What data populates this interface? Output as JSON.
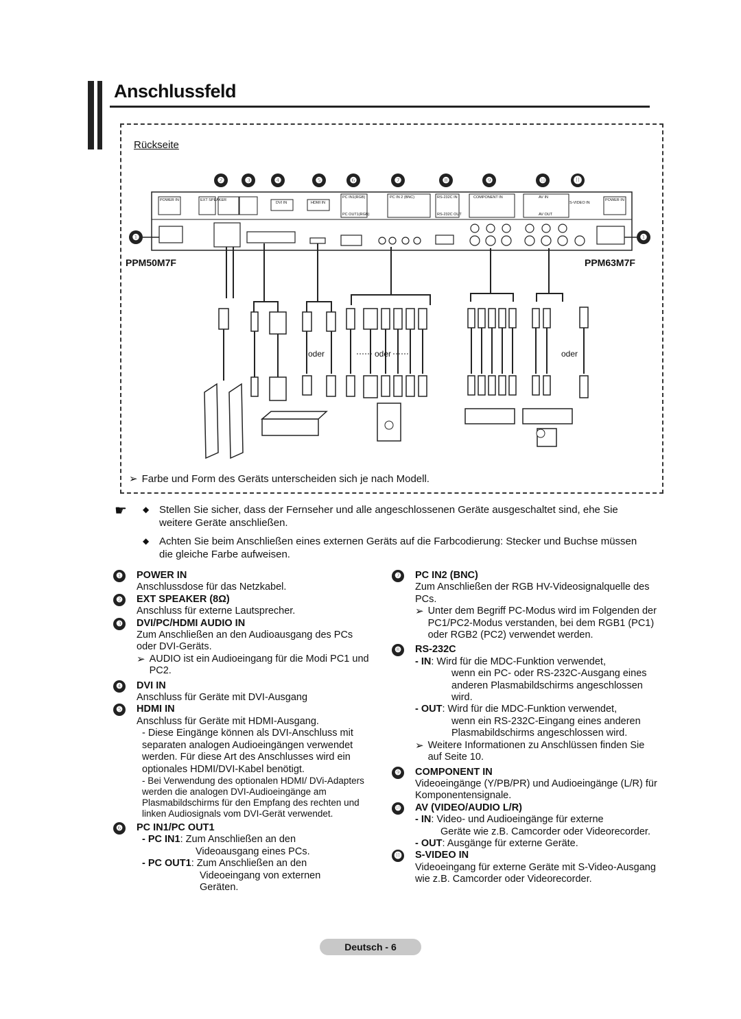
{
  "header": {
    "title": "Anschlussfeld"
  },
  "diagram": {
    "back_label": "Rückseite",
    "model_left": "PPM50M7F",
    "model_right": "PPM63M7F",
    "or_label": "oder",
    "numbers": [
      "❶",
      "❷",
      "❸",
      "❹",
      "❺",
      "❻",
      "❼",
      "❽",
      "❾",
      "❿",
      "⓫"
    ],
    "panel_labels": [
      "POWER IN",
      "EXT SPEAKER",
      "DVI IN",
      "HDMI IN",
      "PC IN1(RGB)",
      "PC IN 2 (BNC)",
      "RS-232C IN",
      "COMPONENT IN",
      "AV IN",
      "S-VIDEO IN",
      "POWER IN",
      "PC OUT1(RGB)",
      "RS-232C OUT",
      "AV OUT"
    ],
    "note": "Farbe und Form des Geräts unterscheiden sich je nach Modell."
  },
  "bullets": [
    "Stellen Sie sicher, dass der Fernseher und alle angeschlossenen Geräte ausgeschaltet sind, ehe Sie weitere Geräte anschließen.",
    "Achten Sie beim Anschließen eines externen Geräts auf die Farbcodierung: Stecker und Buchse müssen die gleiche Farbe aufweisen."
  ],
  "left": {
    "i1": {
      "num": "❶",
      "title": "POWER IN",
      "desc": "Anschlussdose für das Netzkabel."
    },
    "i2": {
      "num": "❷",
      "title": "EXT SPEAKER (8Ω)",
      "desc": "Anschluss für externe Lautsprecher."
    },
    "i3": {
      "num": "❸",
      "title": "DVI/PC/HDMI AUDIO IN",
      "desc": "Zum Anschließen an den Audioausgang des PCs oder DVI-Geräts.",
      "note": "AUDIO ist ein Audioeingang für die Modi PC1 und PC2."
    },
    "i4": {
      "num": "❹",
      "title": "DVI IN",
      "desc": "Anschluss für Geräte mit DVI-Ausgang"
    },
    "i5": {
      "num": "❺",
      "title": "HDMI IN",
      "desc": "Anschluss für Geräte mit HDMI-Ausgang.",
      "d1": "- Diese Eingänge können als DVI-Anschluss mit separaten analogen Audioeingängen verwendet werden. Für diese Art des Anschlusses wird ein optionales HDMI/DVI-Kabel benötigt.",
      "d2": "- Bei Verwendung des optionalen HDMI/ DVi-Adapters werden die analogen DVI-Audioeingänge am Plasmabildschirms für den Empfang des rechten und linken Audiosignals vom DVI-Gerät verwendet."
    },
    "i6": {
      "num": "❻",
      "title": "PC IN1/PC OUT1",
      "a_label": "- PC IN1",
      "a_text": ": Zum Anschließen an den",
      "a_text2": "Videoausgang eines PCs.",
      "b_label": "- PC OUT1",
      "b_text": ": Zum Anschließen an den",
      "b_text2": "Videoeingang von externen",
      "b_text3": "Geräten."
    }
  },
  "right": {
    "i7": {
      "num": "❼",
      "title": "PC IN2 (BNC)",
      "desc": "Zum Anschließen der RGB HV-Videosignalquelle des PCs.",
      "note": "Unter dem Begriff PC-Modus wird im Folgenden der PC1/PC2-Modus verstanden, bei dem RGB1 (PC1) oder RGB2 (PC2) verwendet werden."
    },
    "i8": {
      "num": "❽",
      "title": "RS-232C",
      "in_label": "- IN",
      "in_text": ": Wird für die MDC-Funktion verwendet,",
      "in_text2": "wenn ein PC- oder RS-232C-Ausgang eines anderen Plasmabildschirms angeschlossen wird.",
      "out_label": "- OUT",
      "out_text": ": Wird für die MDC-Funktion verwendet,",
      "out_text2": "wenn ein RS-232C-Eingang eines anderen Plasmabildschirms angeschlossen wird.",
      "note": "Weitere Informationen zu Anschlüssen finden Sie auf Seite 10."
    },
    "i9": {
      "num": "❾",
      "title": "COMPONENT IN",
      "desc": "Videoeingänge (Y/PB/PR) und Audioeingänge (L/R) für Komponentensignale."
    },
    "i10": {
      "num": "❿",
      "title": "AV (VIDEO/AUDIO L/R)",
      "in_label": "- IN",
      "in_text": ": Video- und Audioeingänge für externe",
      "in_text2": "Geräte wie z.B. Camcorder oder Videorecorder.",
      "out_label": "- OUT",
      "out_text": ": Ausgänge für externe Geräte."
    },
    "i11": {
      "num": "⓫",
      "title": "S-VIDEO IN",
      "desc": "Videoeingang für externe Geräte mit S-Video-Ausgang wie z.B. Camcorder oder Videorecorder."
    }
  },
  "footer": {
    "page": "Deutsch - 6"
  }
}
